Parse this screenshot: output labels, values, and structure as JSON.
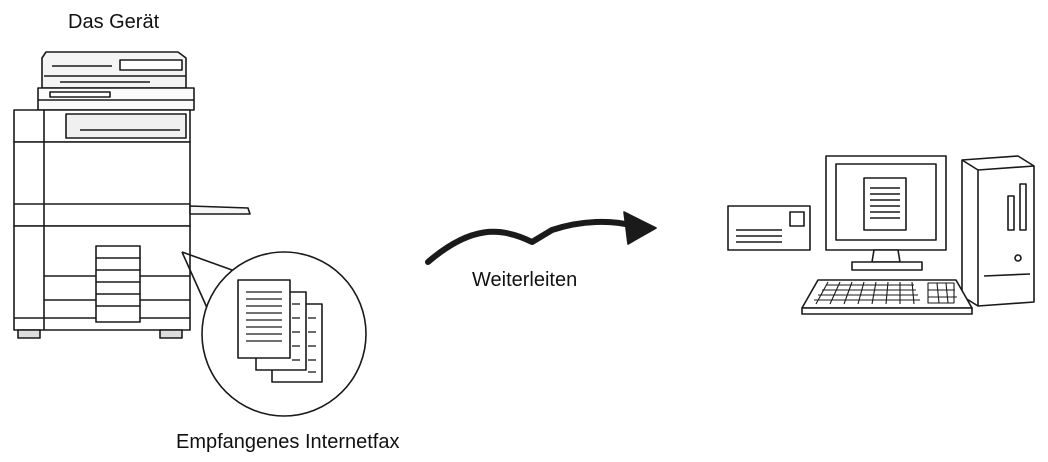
{
  "labels": {
    "device": "Das Gerät",
    "forward": "Weiterleiten",
    "received_fax": "Empfangenes Internetfax"
  },
  "icons": {
    "multifunction-printer": "multifunction-printer-icon",
    "documents": "documents-icon",
    "forward-arrow": "forward-arrow-icon",
    "envelope": "envelope-icon",
    "computer": "desktop-computer-icon"
  },
  "colors": {
    "stroke": "#1a1a1a",
    "shade": "#f2f2f2",
    "background": "#ffffff"
  }
}
